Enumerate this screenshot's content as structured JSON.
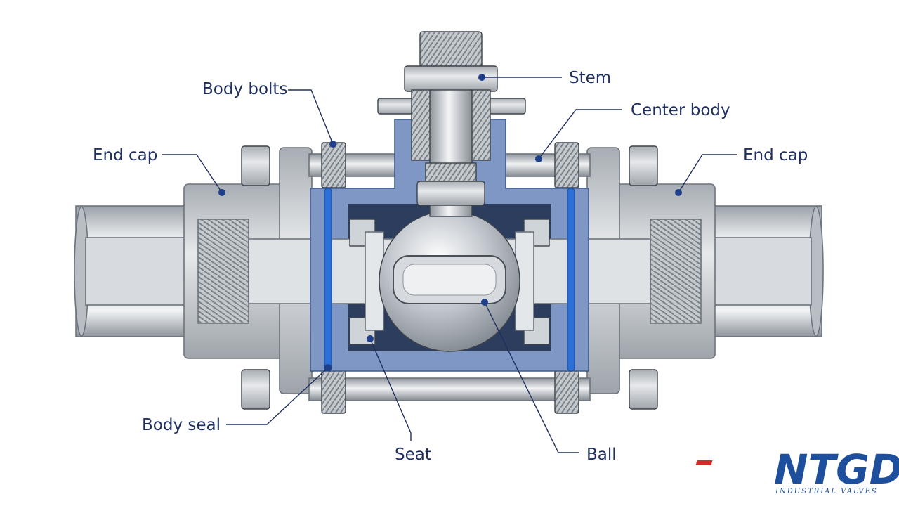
{
  "labels": {
    "stem": "Stem",
    "body_bolts": "Body bolts",
    "center_body": "Center body",
    "end_cap_left": "End cap",
    "end_cap_right": "End cap",
    "body_seal": "Body seal",
    "seat": "Seat",
    "ball": "Ball"
  },
  "brand": {
    "logo_text": "NTGD",
    "tagline": "INDUSTRIAL VALVES"
  },
  "colors": {
    "label_text": "#1f2f5f",
    "section_blue": "#7f97c4",
    "seal_blue": "#2a6fd6",
    "steel": "#c9ced3",
    "brand": "#1d4f9c",
    "accent_red": "#d62b2b"
  }
}
